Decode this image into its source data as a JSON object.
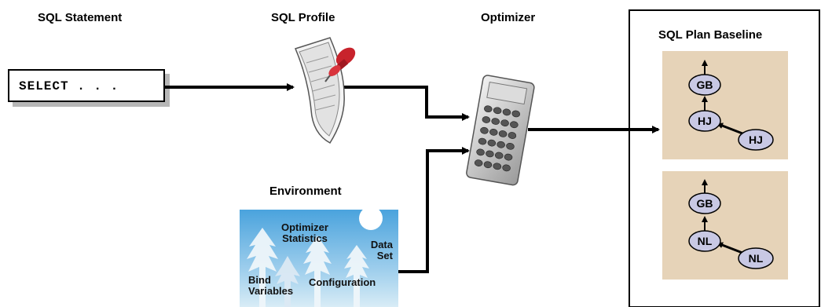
{
  "labels": {
    "sql_statement": "SQL Statement",
    "sql_profile": "SQL Profile",
    "optimizer": "Optimizer",
    "sql_plan_baseline": "SQL Plan Baseline",
    "environment": "Environment"
  },
  "sql_box": {
    "text": "SELECT . . ."
  },
  "environment_items": {
    "optimizer_line1": "Optimizer",
    "optimizer_line2": "Statistics",
    "data_line1": "Data",
    "data_line2": "Set",
    "bind_line1": "Bind",
    "bind_line2": "Variables",
    "configuration": "Configuration"
  },
  "plans": [
    {
      "nodes": {
        "top": "GB",
        "mid": "HJ",
        "leaf": "HJ"
      }
    },
    {
      "nodes": {
        "top": "GB",
        "mid": "NL",
        "leaf": "NL"
      }
    }
  ],
  "colors": {
    "plan_bg": "#e6d3b8",
    "node_fill": "#c8c8e4",
    "env_sky": "#6fb7e6",
    "pin_red": "#c8232c"
  },
  "icons": {
    "sql_profile": "pinned-document-icon",
    "optimizer": "calculator-icon",
    "environment": "forest-landscape-icon"
  }
}
